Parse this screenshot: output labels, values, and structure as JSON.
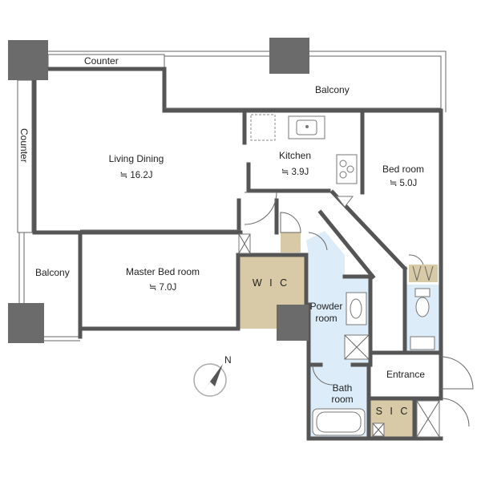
{
  "rooms": {
    "living_dining": {
      "name": "Living Dining",
      "area": "≒ 16.2J"
    },
    "kitchen": {
      "name": "Kitchen",
      "area": "≒ 3.9J"
    },
    "bed_room": {
      "name": "Bed room",
      "area": "≒ 5.0J"
    },
    "master_bed_room": {
      "name": "Master Bed room",
      "area": "≒ 7.0J"
    },
    "wic": {
      "name": "W I C"
    },
    "powder_room": {
      "line1": "Powder",
      "line2": "room"
    },
    "bath_room": {
      "line1": "Bath",
      "line2": "room"
    },
    "entrance": {
      "name": "Entrance"
    },
    "sic": {
      "name": "S I C"
    },
    "balcony_top": {
      "name": "Balcony"
    },
    "balcony_left": {
      "name": "Balcony"
    },
    "counter_top": {
      "name": "Counter"
    },
    "counter_side": {
      "name": "Counter"
    }
  },
  "compass": {
    "label": "N"
  },
  "colors": {
    "wall": "#555555",
    "column": "#6b6b6b",
    "wic_fill": "#d8caa6",
    "wet_area_fill": "#dcecf8",
    "entrance_fill": "#ffffff"
  }
}
